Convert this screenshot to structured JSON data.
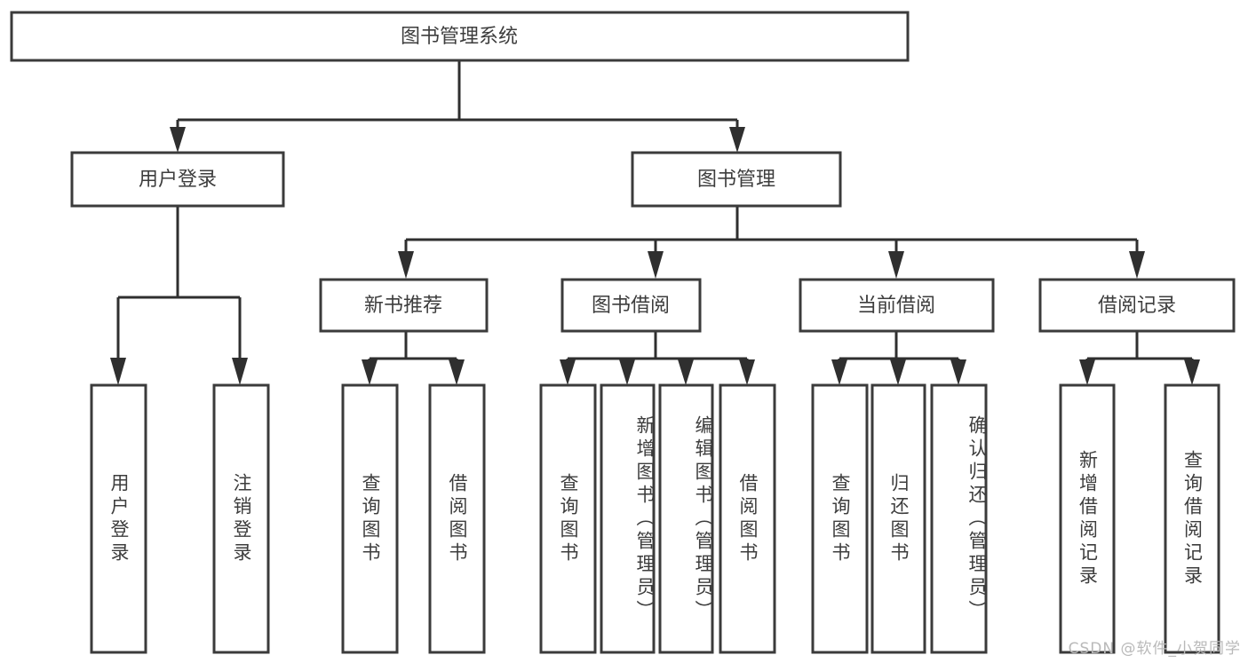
{
  "diagram": {
    "type": "hierarchy-tree",
    "title": "图书管理系统",
    "orientation": "top-down",
    "colors": {
      "box_stroke": "#3b3b3b",
      "connector": "#2f2f2f",
      "box_fill": "#ffffff",
      "text": "#3d3d3d",
      "watermark": "#b9b9b9",
      "background": "#ffffff"
    },
    "root": {
      "label": "图书管理系统"
    },
    "level2": [
      {
        "label": "用户登录"
      },
      {
        "label": "图书管理"
      }
    ],
    "level3": [
      {
        "label": "新书推荐"
      },
      {
        "label": "图书借阅"
      },
      {
        "label": "当前借阅"
      },
      {
        "label": "借阅记录"
      }
    ],
    "leaves": {
      "user_login": [
        {
          "label": "用户登录"
        },
        {
          "label": "注销登录"
        }
      ],
      "new_book_recommend": [
        {
          "label": "查询图书"
        },
        {
          "label": "借阅图书"
        }
      ],
      "book_borrow": [
        {
          "label": "查询图书"
        },
        {
          "label": "新增图书（管理员）"
        },
        {
          "label": "编辑图书（管理员）"
        },
        {
          "label": "借阅图书"
        }
      ],
      "current_borrow": [
        {
          "label": "查询图书"
        },
        {
          "label": "归还图书"
        },
        {
          "label": "确认归还（管理员）"
        }
      ],
      "borrow_record": [
        {
          "label": "新增借阅记录"
        },
        {
          "label": "查询借阅记录"
        }
      ]
    },
    "watermark": "CSDN @软件_小贺同学"
  }
}
